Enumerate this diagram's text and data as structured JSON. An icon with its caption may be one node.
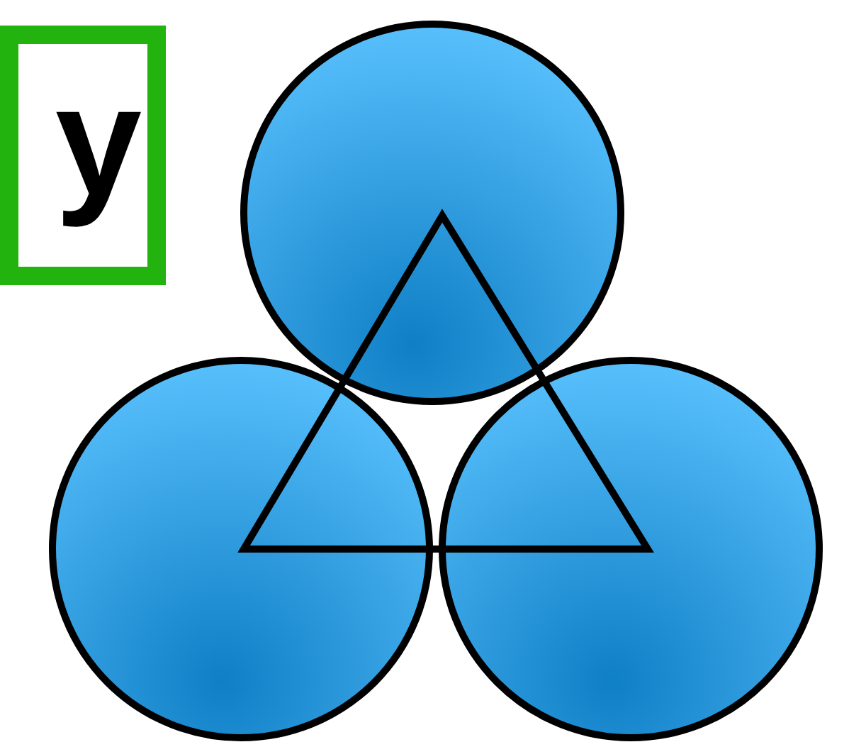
{
  "diagram": {
    "nodes": [
      {
        "text": [
          "y"
        ]
      },
      {
        "text": [],
        "shape": "circle"
      },
      {
        "text": [],
        "shape": "circle"
      },
      {
        "text": [],
        "shape": "circle"
      }
    ]
  }
}
